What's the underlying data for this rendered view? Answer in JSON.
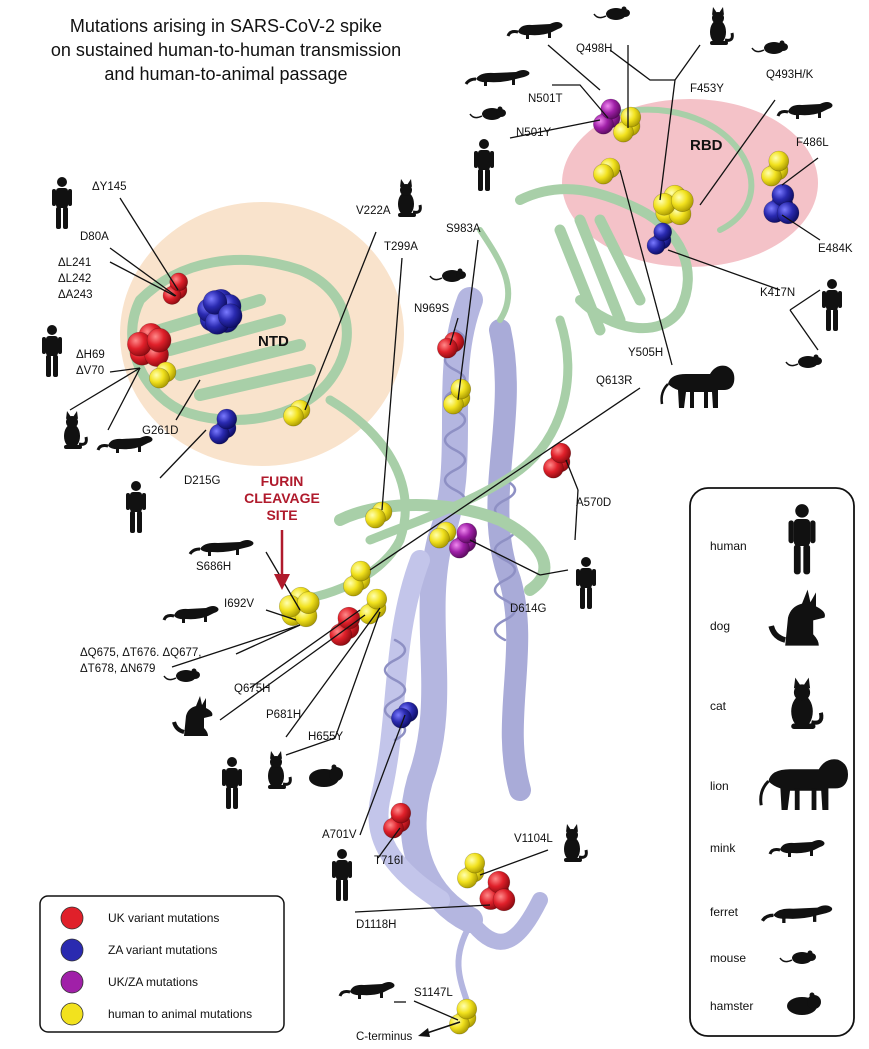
{
  "title": {
    "line1": "Mutations arising in SARS-CoV-2 spike",
    "line2": "on sustained human-to-human transmission",
    "line3": "and human-to-animal passage"
  },
  "regions": {
    "ntd": "NTD",
    "rbd": "RBD"
  },
  "furin": {
    "line1": "FURIN",
    "line2": "CLEAVAGE",
    "line3": "SITE"
  },
  "c_terminus": "C-terminus",
  "colors": {
    "uk": "#e0202a",
    "za": "#2a2ab0",
    "ukza": "#a020a8",
    "human_to_animal": "#f2e21e",
    "protein_green": "#a8cfa8",
    "protein_lavender": "#b4b6e0",
    "ntd_bg": "#f9e3cc",
    "rbd_bg": "#f4c2c8",
    "furin_red": "#b01a2c"
  },
  "mutations": {
    "y145": "ΔY145",
    "d80a": "D80A",
    "l241": "ΔL241",
    "l242": "ΔL242",
    "a243": "ΔA243",
    "h69": "ΔH69",
    "v70": "ΔV70",
    "g261d": "G261D",
    "d215g": "D215G",
    "v222a": "V222A",
    "t299a": "T299A",
    "s983a": "S983A",
    "n969s": "N969S",
    "q498h": "Q498H",
    "f453y": "F453Y",
    "q493hk": "Q493H/K",
    "n501t": "N501T",
    "n501y": "N501Y",
    "f486l": "F486L",
    "e484k": "E484K",
    "k417n": "K417N",
    "y505h": "Y505H",
    "q613r": "Q613R",
    "a570d": "A570D",
    "d614g": "D614G",
    "s686h": "S686H",
    "i692v": "I692V",
    "del675_a": "ΔQ675, ΔT676. ΔQ677,",
    "del675_b": "ΔT678, ΔN679",
    "q675h": "Q675H",
    "p681h": "P681H",
    "h655y": "H655Y",
    "a701v": "A701V",
    "t716i": "T716I",
    "v1104l": "V1104L",
    "d1118h": "D1118H",
    "s1147l": "S1147L"
  },
  "legend_colors": [
    {
      "label": "UK variant mutations",
      "color": "#e0202a"
    },
    {
      "label": "ZA variant mutations",
      "color": "#2a2ab0"
    },
    {
      "label": "UK/ZA mutations",
      "color": "#a020a8"
    },
    {
      "label": "human to animal mutations",
      "color": "#f2e21e"
    }
  ],
  "legend_species": [
    {
      "label": "human",
      "icon": "human-icon"
    },
    {
      "label": "dog",
      "icon": "dog-icon"
    },
    {
      "label": "cat",
      "icon": "cat-icon"
    },
    {
      "label": "lion",
      "icon": "lion-icon"
    },
    {
      "label": "mink",
      "icon": "mink-icon"
    },
    {
      "label": "ferret",
      "icon": "ferret-icon"
    },
    {
      "label": "mouse",
      "icon": "mouse-icon"
    },
    {
      "label": "hamster",
      "icon": "hamster-icon"
    }
  ]
}
